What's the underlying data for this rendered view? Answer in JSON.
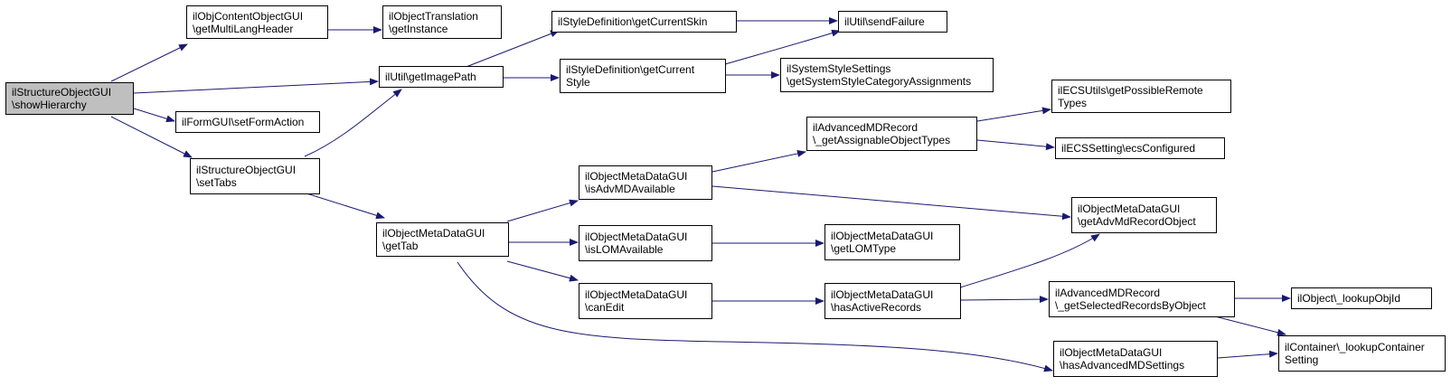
{
  "colors": {
    "edge": "#191970",
    "root_fill": "#bfbfbf",
    "node_border": "#000000"
  },
  "nodes": [
    {
      "id": "root",
      "lines": [
        "ilStructureObjectGUI",
        "\\showHierarchy"
      ],
      "root": true
    },
    {
      "id": "objcontent",
      "lines": [
        "ilObjContentObjectGUI",
        "\\getMultiLangHeader"
      ]
    },
    {
      "id": "objtrans",
      "lines": [
        "ilObjectTranslation",
        "\\getInstance"
      ]
    },
    {
      "id": "getimagepath",
      "lines": [
        "ilUtil\\getImagePath"
      ]
    },
    {
      "id": "setformaction",
      "lines": [
        "ilFormGUI\\setFormAction"
      ]
    },
    {
      "id": "settabs",
      "lines": [
        "ilStructureObjectGUI",
        "\\setTabs"
      ]
    },
    {
      "id": "getcurrentskin",
      "lines": [
        "ilStyleDefinition\\getCurrentSkin"
      ]
    },
    {
      "id": "sendfailure",
      "lines": [
        "ilUtil\\sendFailure"
      ]
    },
    {
      "id": "getcurrentstyle",
      "lines": [
        "ilStyleDefinition\\getCurrent",
        "Style"
      ]
    },
    {
      "id": "syscat",
      "lines": [
        "ilSystemStyleSettings",
        "\\getSystemStyleCategoryAssignments"
      ]
    },
    {
      "id": "ecsutils",
      "lines": [
        "ilECSUtils\\getPossibleRemote",
        "Types"
      ]
    },
    {
      "id": "advassign",
      "lines": [
        "ilAdvancedMDRecord",
        "\\_getAssignableObjectTypes"
      ]
    },
    {
      "id": "ecsconfigured",
      "lines": [
        "ilECSSetting\\ecsConfigured"
      ]
    },
    {
      "id": "isadvmd",
      "lines": [
        "ilObjectMetaDataGUI",
        "\\isAdvMDAvailable"
      ]
    },
    {
      "id": "getadvmd",
      "lines": [
        "ilObjectMetaDataGUI",
        "\\getAdvMdRecordObject"
      ]
    },
    {
      "id": "gettab",
      "lines": [
        "ilObjectMetaDataGUI",
        "\\getTab"
      ]
    },
    {
      "id": "islom",
      "lines": [
        "ilObjectMetaDataGUI",
        "\\isLOMAvailable"
      ]
    },
    {
      "id": "getlom",
      "lines": [
        "ilObjectMetaDataGUI",
        "\\getLOMType"
      ]
    },
    {
      "id": "canedit",
      "lines": [
        "ilObjectMetaDataGUI",
        "\\canEdit"
      ]
    },
    {
      "id": "hasactive",
      "lines": [
        "ilObjectMetaDataGUI",
        "\\hasActiveRecords"
      ]
    },
    {
      "id": "getselected",
      "lines": [
        "ilAdvancedMDRecord",
        "\\_getSelectedRecordsByObject"
      ]
    },
    {
      "id": "lookupobjid",
      "lines": [
        "ilObject\\_lookupObjId"
      ]
    },
    {
      "id": "hasadvsettings",
      "lines": [
        "ilObjectMetaDataGUI",
        "\\hasAdvancedMDSettings"
      ]
    },
    {
      "id": "lookupcontainer",
      "lines": [
        "ilContainer\\_lookupContainer",
        "Setting"
      ]
    }
  ]
}
